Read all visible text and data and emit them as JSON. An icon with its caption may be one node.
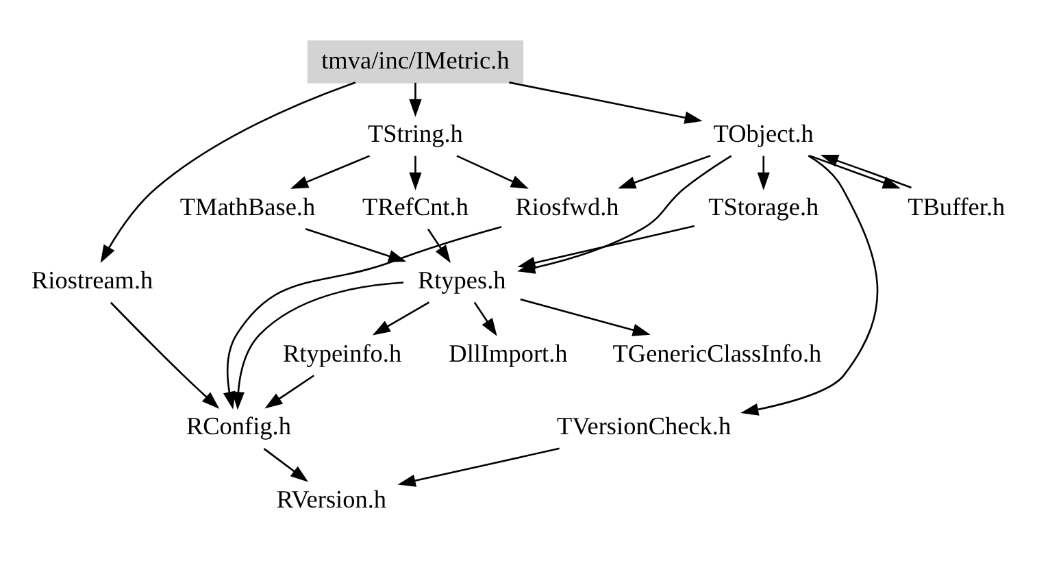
{
  "diagram": {
    "nodes": [
      {
        "text": [
          "tmva/inc/IMetric.h"
        ]
      },
      {
        "text": [
          "TString.h"
        ]
      },
      {
        "text": [
          "TObject.h"
        ]
      },
      {
        "text": [
          "TRefCnt.h"
        ]
      },
      {
        "text": [
          "TMathBase.h"
        ]
      },
      {
        "text": [
          "Riosfwd.h"
        ]
      },
      {
        "text": [
          "TStorage.h"
        ]
      },
      {
        "text": [
          "TBuffer.h"
        ]
      },
      {
        "text": [
          "Riostream.h"
        ]
      },
      {
        "text": [
          "Rtypes.h"
        ]
      },
      {
        "text": [
          "Rtypeinfo.h"
        ]
      },
      {
        "text": [
          "DllImport.h"
        ]
      },
      {
        "text": [
          "TGenericClassInfo.h"
        ]
      },
      {
        "text": [
          "RConfig.h"
        ]
      },
      {
        "text": [
          "TVersionCheck.h"
        ]
      },
      {
        "text": [
          "RVersion.h"
        ]
      }
    ],
    "edges": [
      {
        "from": 0,
        "to": 1,
        "arrow": "to"
      },
      {
        "from": 0,
        "to": 2,
        "arrow": "to"
      },
      {
        "from": 0,
        "to": 8,
        "arrow": "to"
      },
      {
        "from": 1,
        "to": 3,
        "arrow": "to"
      },
      {
        "from": 1,
        "to": 4,
        "arrow": "to"
      },
      {
        "from": 1,
        "to": 5,
        "arrow": "to"
      },
      {
        "from": 2,
        "to": 5,
        "arrow": "to"
      },
      {
        "from": 2,
        "to": 9,
        "arrow": "to"
      },
      {
        "from": 2,
        "to": 6,
        "arrow": "to"
      },
      {
        "from": 2,
        "to": 7,
        "arrow": "to"
      },
      {
        "from": 2,
        "to": 14,
        "arrow": "to"
      },
      {
        "from": 7,
        "to": 2,
        "arrow": "to"
      },
      {
        "from": 3,
        "to": 9,
        "arrow": "to"
      },
      {
        "from": 4,
        "to": 9,
        "arrow": "to"
      },
      {
        "from": 5,
        "to": 13,
        "arrow": "to"
      },
      {
        "from": 6,
        "to": 9,
        "arrow": "to"
      },
      {
        "from": 8,
        "to": 13,
        "arrow": "to"
      },
      {
        "from": 9,
        "to": 10,
        "arrow": "to"
      },
      {
        "from": 9,
        "to": 11,
        "arrow": "to"
      },
      {
        "from": 9,
        "to": 12,
        "arrow": "to"
      },
      {
        "from": 9,
        "to": 13,
        "arrow": "to"
      },
      {
        "from": 10,
        "to": 13,
        "arrow": "to"
      },
      {
        "from": 13,
        "to": 15,
        "arrow": "to"
      },
      {
        "from": 14,
        "to": 15,
        "arrow": "to"
      }
    ]
  }
}
